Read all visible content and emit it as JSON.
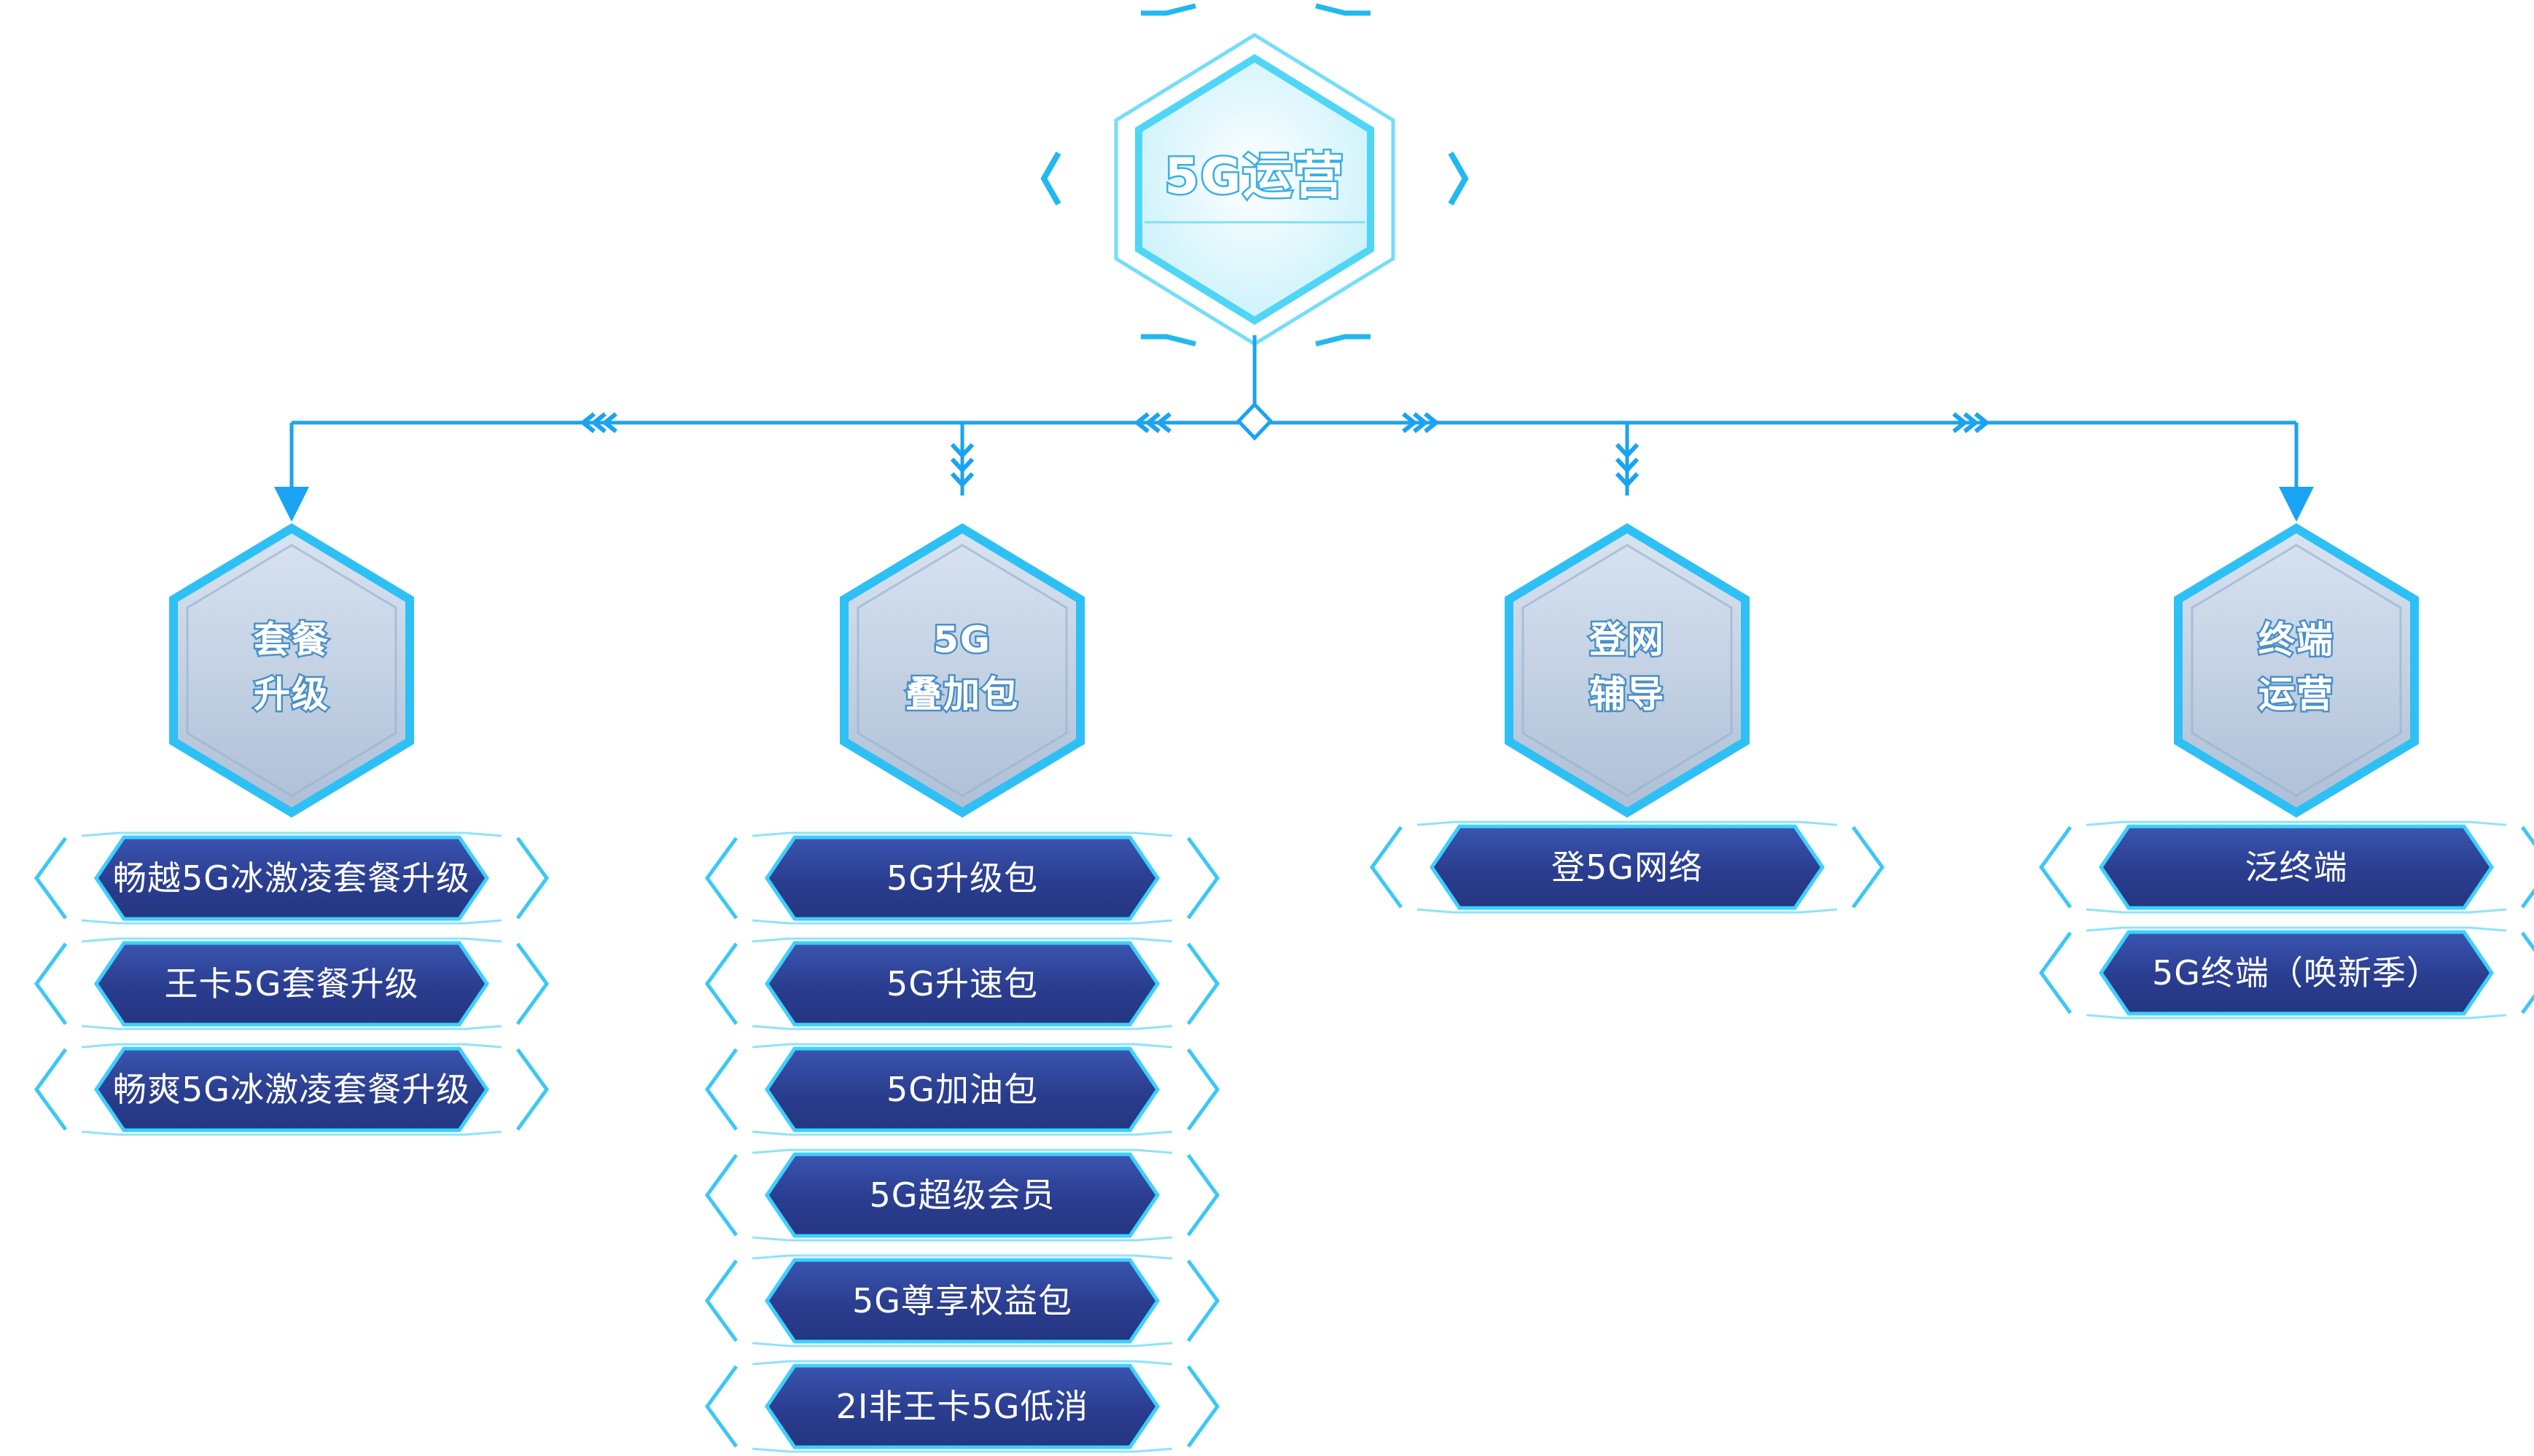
{
  "root": {
    "label": "5G运营"
  },
  "categories": [
    {
      "line1": "套餐",
      "line2": "升级",
      "items": [
        "畅越5G冰激凌套餐升级",
        "王卡5G套餐升级",
        "畅爽5G冰激凌套餐升级"
      ]
    },
    {
      "line1": "5G",
      "line2": "叠加包",
      "items": [
        "5G升级包",
        "5G升速包",
        "5G加油包",
        "5G超级会员",
        "5G尊享权益包",
        "2I非王卡5G低消"
      ]
    },
    {
      "line1": "登网",
      "line2": "辅导",
      "items": [
        "登5G网络"
      ]
    },
    {
      "line1": "终端",
      "line2": "运营",
      "items": [
        "泛终端",
        "5G终端（唤新季）"
      ]
    }
  ],
  "colors": {
    "line": "#1aa3f2",
    "pill_dark": "#2a3d8f",
    "pill_border": "#3cd0ff",
    "hex_fill": "#c4d4e6",
    "hex_border": "#2ec0f5",
    "root_fill": "#e4f8fd",
    "root_border": "#4fd6f7"
  },
  "icons": [
    "arrow-down-icon",
    "triple-chevron-icon",
    "diamond-node-icon"
  ]
}
